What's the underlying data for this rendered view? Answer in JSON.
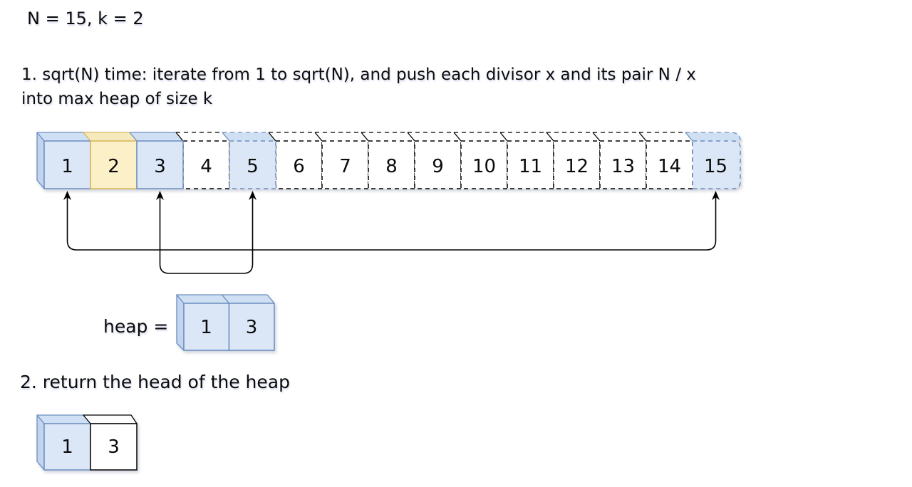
{
  "title": "N = 15, k = 2",
  "steps": {
    "step1_line1": "1. sqrt(N) time: iterate from 1 to sqrt(N), and push each divisor x and its pair N / x",
    "step1_line2": "into max heap of size k",
    "step2": "2. return the head of the heap"
  },
  "array": {
    "cells": [
      {
        "value": "1",
        "state": "divisor-pushed-iterated"
      },
      {
        "value": "2",
        "state": "iterated-not-divisor"
      },
      {
        "value": "3",
        "state": "divisor-pushed-iterated"
      },
      {
        "value": "4",
        "state": "not-iterated"
      },
      {
        "value": "5",
        "state": "divisor-pushed-pair"
      },
      {
        "value": "6",
        "state": "not-iterated"
      },
      {
        "value": "7",
        "state": "not-iterated"
      },
      {
        "value": "8",
        "state": "not-iterated"
      },
      {
        "value": "9",
        "state": "not-iterated"
      },
      {
        "value": "10",
        "state": "not-iterated"
      },
      {
        "value": "11",
        "state": "not-iterated"
      },
      {
        "value": "12",
        "state": "not-iterated"
      },
      {
        "value": "13",
        "state": "not-iterated"
      },
      {
        "value": "14",
        "state": "not-iterated"
      },
      {
        "value": "15",
        "state": "divisor-pushed-pair"
      }
    ],
    "pair_arrows": [
      {
        "from": 1,
        "to": 15
      },
      {
        "from": 3,
        "to": 5
      }
    ]
  },
  "heap": {
    "label": "heap =",
    "cells": [
      "1",
      "3"
    ]
  },
  "result": {
    "cells": [
      "1",
      "3"
    ],
    "highlighted_cell": "1"
  },
  "colors": {
    "pushed_fill": "#dbe7f7",
    "pushed_stroke": "#6c8ebf",
    "iterated_fill": "#fbf0c8",
    "iterated_stroke": "#d6b656",
    "unvisited_fill": "#ffffff",
    "unvisited_stroke": "#000000",
    "arrow": "#000000"
  }
}
